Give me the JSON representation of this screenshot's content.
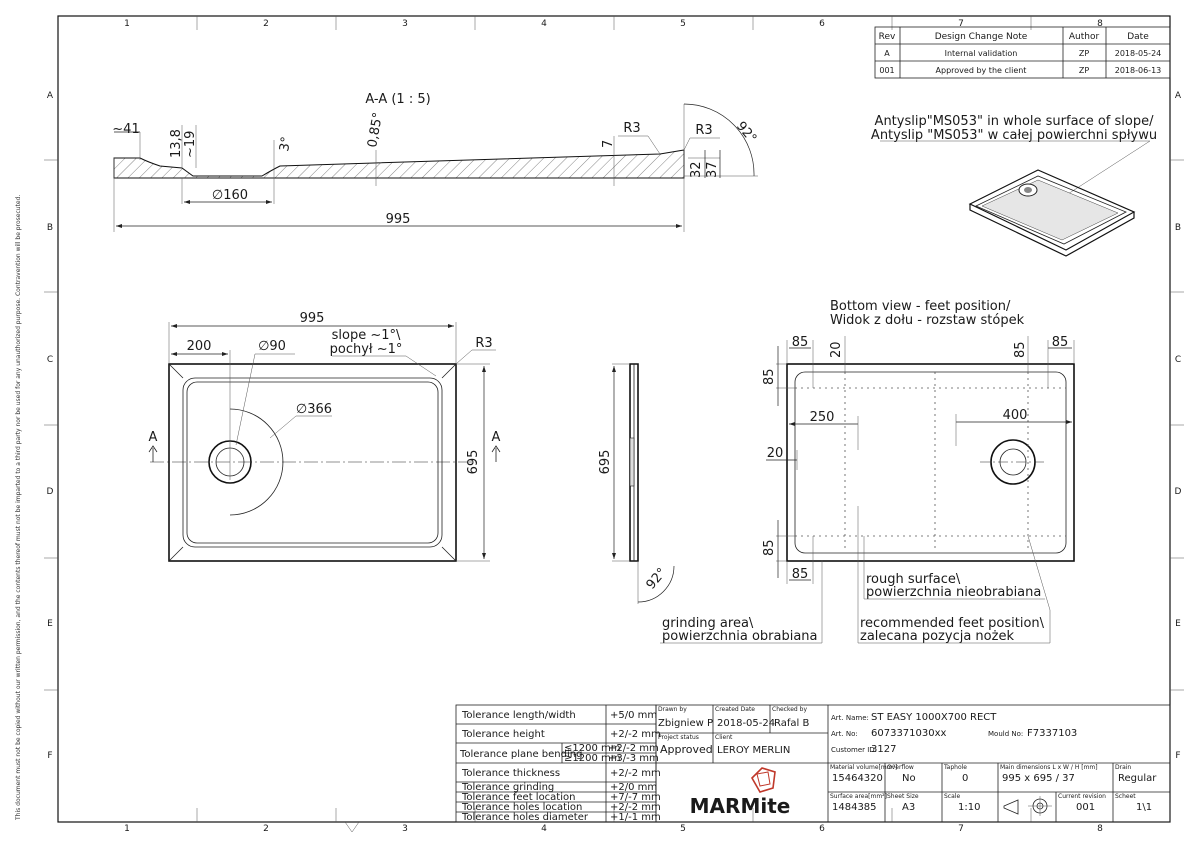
{
  "frame": {
    "columns": [
      "1",
      "2",
      "3",
      "4",
      "5",
      "6",
      "7",
      "8"
    ],
    "rows": [
      "A",
      "B",
      "C",
      "D",
      "E",
      "F"
    ],
    "legal_notice": "This document must not be copied without our written permission, and the contents thereof must not be imparted to a third party nor be used for any unauthorized purpose. Contravention will be prosecuted."
  },
  "revisions": {
    "headers": [
      "Rev",
      "Design Change Note",
      "Author",
      "Date"
    ],
    "rows": [
      {
        "rev": "A",
        "note": "Internal validation",
        "author": "ZP",
        "date": "2018-05-24"
      },
      {
        "rev": "001",
        "note": "Approved by the client",
        "author": "ZP",
        "date": "2018-06-13"
      }
    ]
  },
  "section_view": {
    "title": "A-A  (1 : 5)",
    "dims": {
      "d41": "~41",
      "d13_8": "13,8",
      "d19": "~19",
      "d3deg": "3°",
      "d085deg": "0,85°",
      "d7": "7",
      "r3a": "R3",
      "r3b": "R3",
      "d92": "92°",
      "d32": "32",
      "d37": "37",
      "d160": "∅160",
      "d995": "995"
    }
  },
  "antislip_note": {
    "line1": "Antyslip\"MS053\" in whole surface of slope/",
    "line2": "Antyslip \"MS053\" w całej powierchni spływu"
  },
  "top_view": {
    "dims": {
      "w995": "995",
      "d200": "200",
      "d90": "∅90",
      "slope1": "slope ~1°\\",
      "slope2": "pochył ~1°",
      "r3": "R3",
      "d366": "∅366",
      "h695": "695",
      "sec_a_left": "A",
      "sec_a_right": "A"
    }
  },
  "side_view": {
    "dims": {
      "h695": "695",
      "d92": "92°"
    }
  },
  "bottom_view": {
    "title1": "Bottom view - feet position/",
    "title2": "Widok z dołu - rozstaw stópek",
    "dims": {
      "d85a": "85",
      "d20a": "20",
      "d85b": "85",
      "d85c": "85",
      "d85d": "85",
      "d250": "250",
      "d400": "400",
      "d20b": "20",
      "d85e": "85",
      "d85f": "85"
    },
    "notes": {
      "rough1": "rough surface\\",
      "rough2": "powierzchnia nieobrabiana",
      "feet1": "recommended feet position\\",
      "feet2": "zalecana pozycja nożek",
      "grind1": "grinding area\\",
      "grind2": "powierzchnia obrabiana"
    }
  },
  "tolerances": [
    {
      "label": "Tolerance length/width",
      "value": "+5/0 mm"
    },
    {
      "label": "Tolerance height",
      "value": "+2/-2 mm"
    },
    {
      "label": "Tolerance plane bending",
      "sub1": "≤1200 mm",
      "sub2": "≥1200 mm",
      "value1": "+2/-2 mm",
      "value2": "+3/-3 mm"
    },
    {
      "label": "Tolerance thickness",
      "value": "+2/-2 mm"
    },
    {
      "label": "Tolerance grinding",
      "value": "+2/0 mm"
    },
    {
      "label": "Tolerance feet location",
      "value": "+7/-7 mm"
    },
    {
      "label": "Tolerance holes location",
      "value": "+2/-2 mm"
    },
    {
      "label": "Tolerance holes diameter",
      "value": "+1/-1 mm"
    }
  ],
  "title_block": {
    "drawn_by_label": "Drawn by",
    "drawn_by": "Zbigniew P",
    "created_label": "Created Date",
    "created": "2018-05-24",
    "checked_label": "Checked by",
    "checked": "Rafal B",
    "status_label": "Project status",
    "status": "Approved",
    "client_label": "Client",
    "client": "LEROY MERLIN",
    "brand": "MARMite",
    "art_name_label": "Art. Name:",
    "art_name": "ST EASY 1000X700 RECT",
    "art_no_label": "Art. No:",
    "art_no": "6073371030xx",
    "mould_label": "Mould No:",
    "mould": "F7337103",
    "customer_label": "Customer ID:",
    "customer": "3127",
    "vol_label": "Material volume[mm³]",
    "vol": "15464320",
    "overflow_label": "Overflow",
    "overflow": "No",
    "taphole_label": "Taphole",
    "taphole": "0",
    "main_dim_label": "Main dimensions L x W / H [mm]",
    "main_dim": "995 x 695 / 37",
    "drain_label": "Drain",
    "drain": "Regular",
    "area_label": "Surface area[mm²]",
    "area": "1484385",
    "sheet_size_label": "Sheet Size",
    "sheet_size": "A3",
    "scale_label": "Scale",
    "scale": "1:10",
    "revision_label": "Current revision",
    "revision": "001",
    "sheet_label": "Scheet",
    "sheet": "1\\1"
  }
}
